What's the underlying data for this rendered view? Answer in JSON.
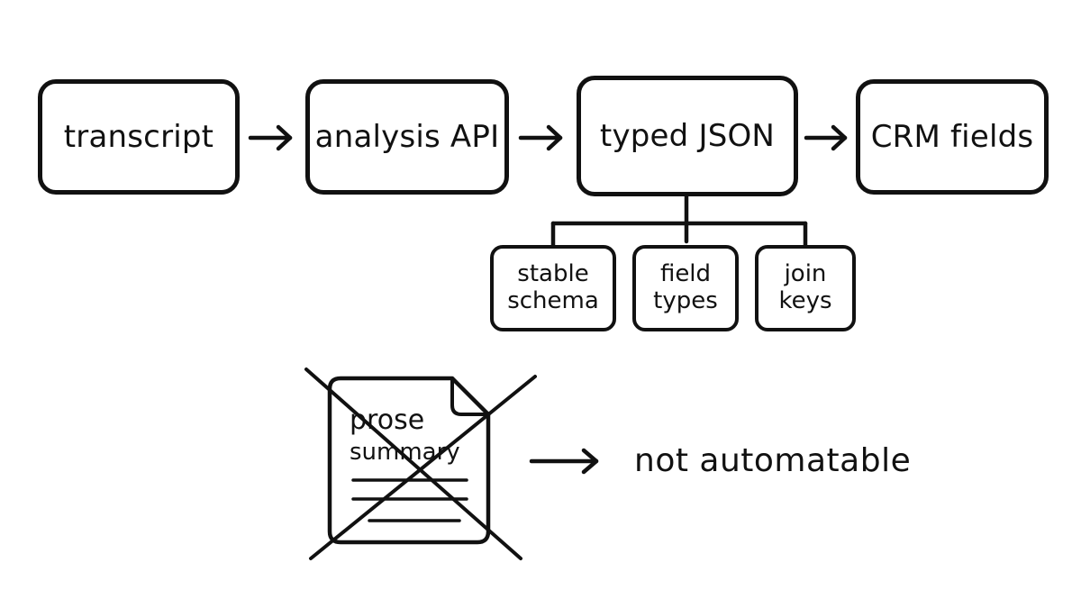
{
  "pipeline": {
    "steps": [
      {
        "id": "transcript",
        "label": "transcript"
      },
      {
        "id": "analysis-api",
        "label": "analysis API"
      },
      {
        "id": "typed-json",
        "label": "typed JSON"
      },
      {
        "id": "crm-fields",
        "label": "CRM fields"
      }
    ],
    "properties": [
      {
        "id": "stable-schema",
        "line1": "stable",
        "line2": "schema"
      },
      {
        "id": "field-types",
        "line1": "field",
        "line2": "types"
      },
      {
        "id": "join-keys",
        "line1": "join",
        "line2": "keys"
      }
    ]
  },
  "rejected": {
    "doc_line1": "prose",
    "doc_line2": "summary",
    "result": "not automatable"
  },
  "colors": {
    "ink": "#111111",
    "background": "#ffffff"
  }
}
